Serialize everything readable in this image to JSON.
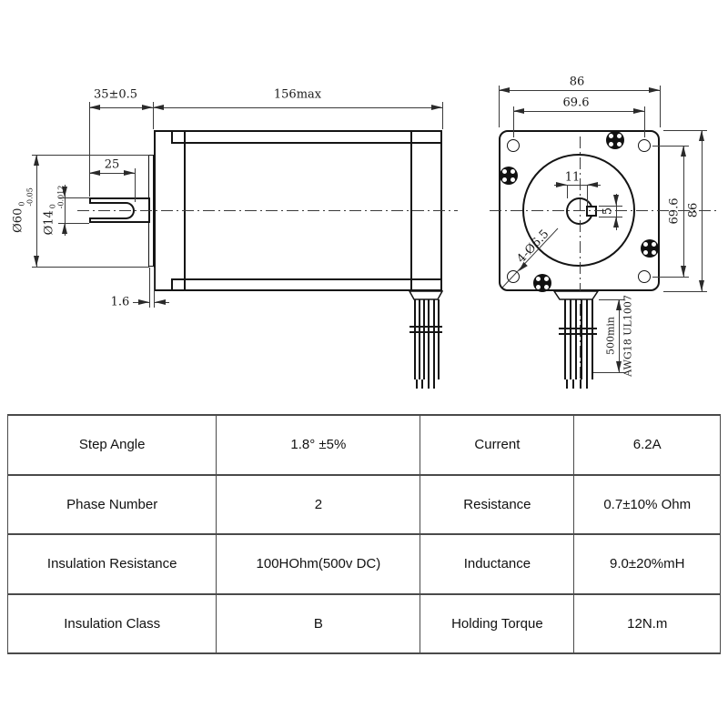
{
  "drawing": {
    "side_view": {
      "shaft_extension": "35±0.5",
      "body_length": "156max",
      "key_length": "25",
      "shaft_diameter": "Ø14",
      "shaft_tol_upper": "0",
      "shaft_tol_lower": "-0.012",
      "pilot_diameter": "Ø60",
      "pilot_tol_upper": "0",
      "pilot_tol_lower": "-0.05",
      "pilot_thickness": "1.6"
    },
    "front_view": {
      "width": "86",
      "hole_spacing_horizontal": "69.6",
      "hole_spacing_vertical": "69.6",
      "height": "86",
      "shaft_flat": "11",
      "key_width": "5",
      "mounting_holes": "4-Ø6.5",
      "lead_length": "500min",
      "lead_spec": "AWG18 UL1007"
    }
  },
  "spec_table": {
    "rows": [
      [
        "Step Angle",
        "1.8° ±5%",
        "Current",
        "6.2A"
      ],
      [
        "Phase Number",
        "2",
        "Resistance",
        "0.7±10% Ohm"
      ],
      [
        "Insulation Resistance",
        "100HOhm(500v DC)",
        "Inductance",
        "9.0±20%mH"
      ],
      [
        "Insulation Class",
        "B",
        "Holding Torque",
        "12N.m"
      ]
    ]
  }
}
